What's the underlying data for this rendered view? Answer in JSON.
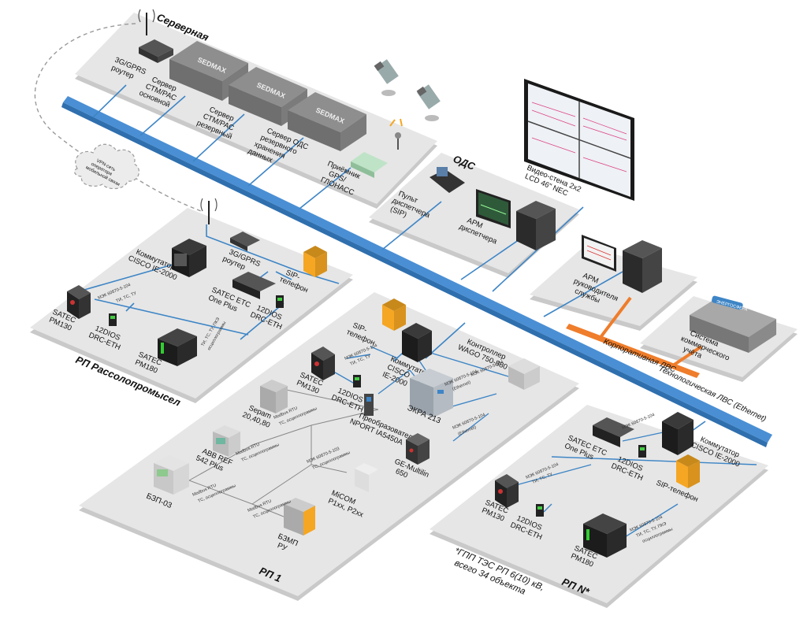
{
  "zones": {
    "server_room": "Серверная",
    "ods": "ОДС",
    "rp_rassolopromysel": "РП Рассолопромысел",
    "rp1": "РП 1",
    "rpn": "РП N*"
  },
  "networks": {
    "tech_lan": "Технологическая ЛВС (Ethernet)",
    "corp_lan": "Корпоративная ЛВС",
    "vpn": [
      "VPN-сеть",
      "оператора",
      "мобильной связи"
    ]
  },
  "brand": {
    "sedmax": "SEDMAX",
    "energosfera": "ЭНЕРГОСФЕРА"
  },
  "server_room": {
    "router": [
      "3G/GPRS",
      "роутер"
    ],
    "server_main": [
      "Сервер",
      "СТМ/РАС",
      "основной"
    ],
    "server_reserve": [
      "Сервер",
      "СТМ/РАС",
      "резервный"
    ],
    "server_ods": [
      "Сервер ОДС",
      "резервного",
      "хранения",
      "данных"
    ],
    "gps": [
      "Приёмник",
      "GPS/",
      "ГЛОНАСС"
    ]
  },
  "ods": {
    "console": [
      "Пульт",
      "диспетчера",
      "(SIP)"
    ],
    "arm": [
      "АРМ",
      "диспетчера"
    ],
    "videowall": [
      "Видео-стена 2х2",
      "LCD 46\" NEC"
    ],
    "arm_mgmt": [
      "АРМ",
      "руководителя",
      "службы"
    ],
    "billing": [
      "Система",
      "коммерческого",
      "учёта"
    ]
  },
  "rp_rasso": {
    "switch": [
      "Коммутатор",
      "CISCO IE-2000"
    ],
    "router": [
      "3G/GPRS",
      "роутер"
    ],
    "sip": [
      "SIP-",
      "телефон"
    ],
    "satec_one": [
      "SATEC ETC",
      "One Plus"
    ],
    "drc1": [
      "12DIOS",
      "DRC-ETH"
    ],
    "pm130": [
      "SATEC",
      "PM130"
    ],
    "drc2": [
      "12DIOS",
      "DRC-ETH"
    ],
    "pm180": [
      "SATEC",
      "PM180"
    ],
    "tags": [
      "МЭК 60870-5-104",
      "ТИ, ТС, ТУ",
      "ТИ, ТС, ТУ, ПКЭ",
      "осциллограммы"
    ]
  },
  "rp1": {
    "sip": [
      "SIP-",
      "телефон"
    ],
    "switch": [
      "Коммутатор",
      "CISCO",
      "IE-2000"
    ],
    "wago": [
      "Контроллер",
      "WAGO 750-880"
    ],
    "pm130": [
      "SATEC",
      "PM130"
    ],
    "drc": [
      "12DIOS",
      "DRC-ETH"
    ],
    "ekra": "ЭКРА 213",
    "sepam": [
      "Sepam",
      "20,40,80"
    ],
    "nport": [
      "Преобразователь",
      "NPORT IA5450A"
    ],
    "abb": [
      "ABB REF",
      "542 Plus"
    ],
    "multilin": [
      "GE-Multilin",
      "650"
    ],
    "bzp": "БЗП-03",
    "micom": [
      "MiCOM",
      "P1xx, P2xx"
    ],
    "bzmp": [
      "БЗМП",
      "РУ"
    ],
    "tags": [
      "Modbus RTU",
      "ТС, осциллограммы",
      "МЭК 60870-5-103",
      "МЭК 60870-5-104",
      "ТИ, ТС, ТУ",
      "(Ethernet)",
      "(Ethernet)"
    ]
  },
  "rpn": {
    "satec_one": [
      "SATEC ETC",
      "One Plus"
    ],
    "drc1": [
      "12DIOS",
      "DRC-ETH"
    ],
    "switch": [
      "Коммутатор",
      "CISCO IE-2000"
    ],
    "sip": "SIP-телефон",
    "pm130": [
      "SATEC",
      "PM130"
    ],
    "drc2": [
      "12DIOS",
      "DRC-ETH"
    ],
    "pm180": [
      "SATEC",
      "PM180"
    ],
    "tags": [
      "МЭК 60870-5-104",
      "ТИ, ТС, ТУ",
      "ТИ, ТС, ТУ, ПКЭ",
      "осциллограммы"
    ]
  },
  "footnote": [
    "*ГПП ТЭС РП 6(10) кВ,",
    "всего 34 объекта"
  ],
  "colors": {
    "platform_top": "#e6e6e6",
    "platform_side": "#c9c9c9",
    "tech_lan": "#4a8fd4",
    "corp_lan": "#ef7d2b",
    "link": "#3d85c6",
    "sip_orange": "#f5a623"
  }
}
